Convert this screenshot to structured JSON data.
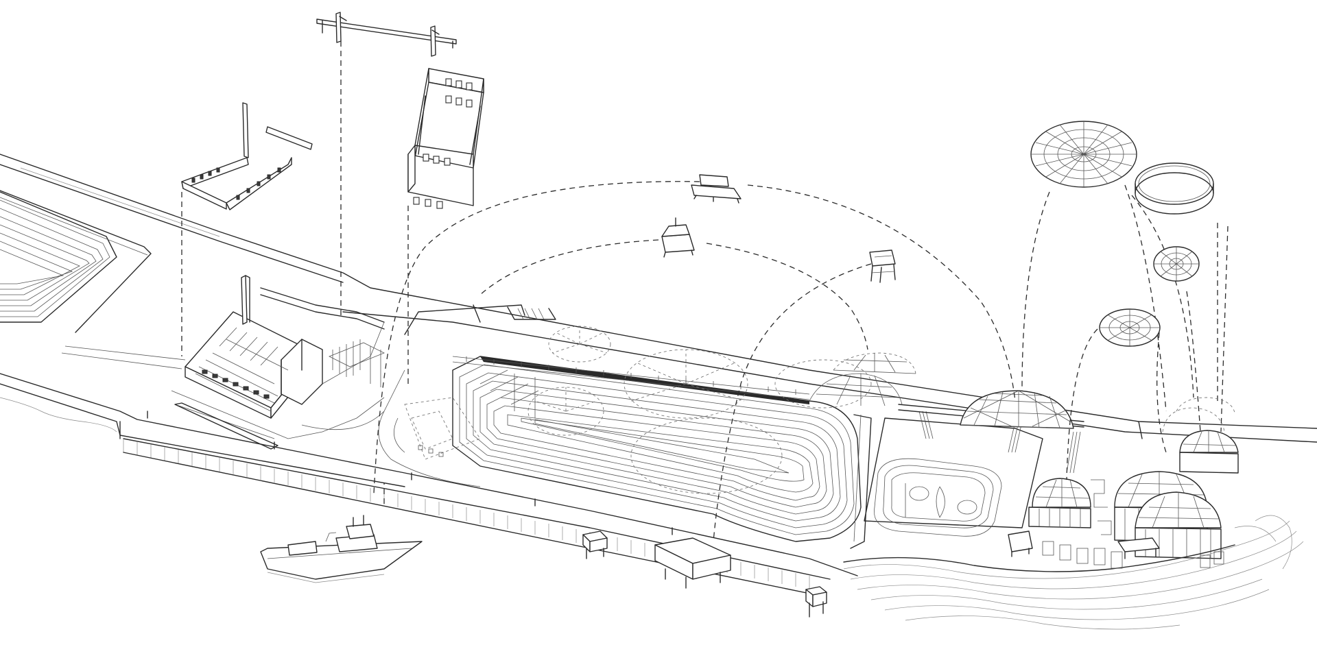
{
  "drawing": {
    "kind": "exploded axonometric site drawing",
    "line_color": "#2a2a2a",
    "background": "#ffffff",
    "exploded_components": [
      {
        "name": "crane-frame",
        "icon": "gantry-crane-icon"
      },
      {
        "name": "warehouse-shell",
        "icon": "building-shell-icon"
      },
      {
        "name": "ruin-wall",
        "icon": "ruin-wall-icon"
      },
      {
        "name": "bench",
        "icon": "bench-icon"
      },
      {
        "name": "vendor-kiosk",
        "icon": "kiosk-icon"
      },
      {
        "name": "lookout-tower",
        "icon": "tower-icon"
      },
      {
        "name": "geodesic-dome-large",
        "icon": "geodesic-dome-icon"
      },
      {
        "name": "ring-structure",
        "icon": "ring-icon"
      },
      {
        "name": "geodesic-dome-medium",
        "icon": "geodesic-dome-icon"
      },
      {
        "name": "geodesic-dome-small",
        "icon": "geodesic-dome-icon"
      }
    ],
    "site_elements": [
      "highway-viaduct",
      "terraced-landform",
      "power-plant-building",
      "seawall-pier",
      "sports-fields",
      "dome-cluster",
      "rocky-shoreline",
      "tugboat"
    ]
  }
}
